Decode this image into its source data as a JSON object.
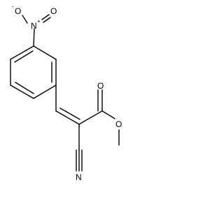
{
  "atoms": {
    "nitro_o_minus": "O",
    "nitro_o_minus_charge": "-",
    "nitro_n": "N",
    "nitro_n_charge": "+",
    "nitro_o_double": "O",
    "ester_o_carbonyl": "O",
    "ester_o_single": "O",
    "nitrile_n": "N"
  }
}
